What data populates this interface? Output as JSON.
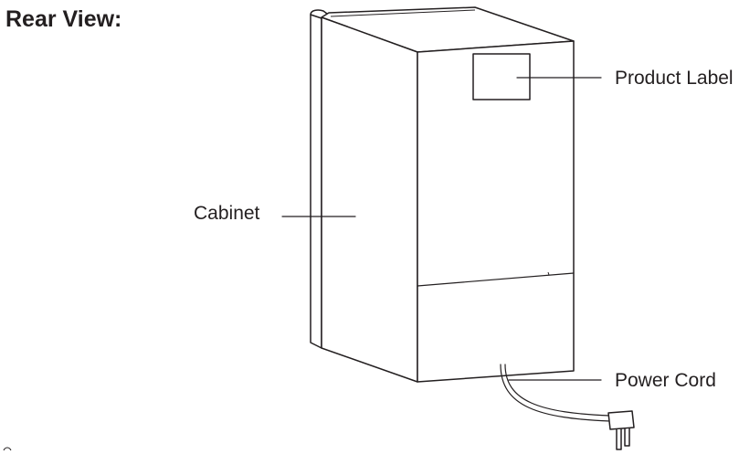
{
  "heading": "Rear View:",
  "labels": {
    "product_label": "Product Label",
    "cabinet": "Cabinet",
    "power_cord": "Power Cord"
  },
  "colors": {
    "ink": "#231f20",
    "background": "#ffffff"
  }
}
